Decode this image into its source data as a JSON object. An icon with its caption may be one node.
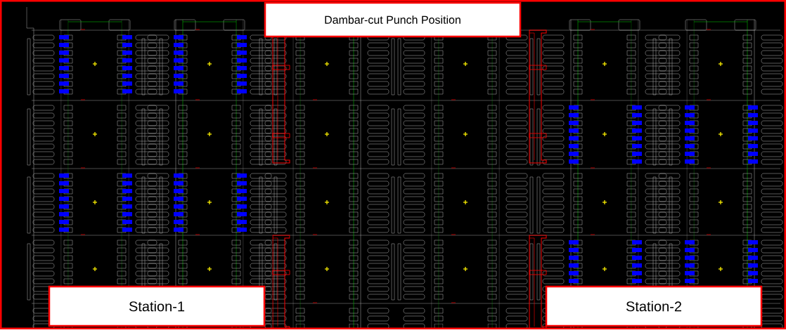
{
  "diagram": {
    "nodes": [
      {
        "text": [
          "Dambar-cut Punch Position"
        ]
      },
      {
        "text": [
          "Station-1"
        ]
      },
      {
        "text": [
          "Station-2"
        ]
      }
    ]
  }
}
